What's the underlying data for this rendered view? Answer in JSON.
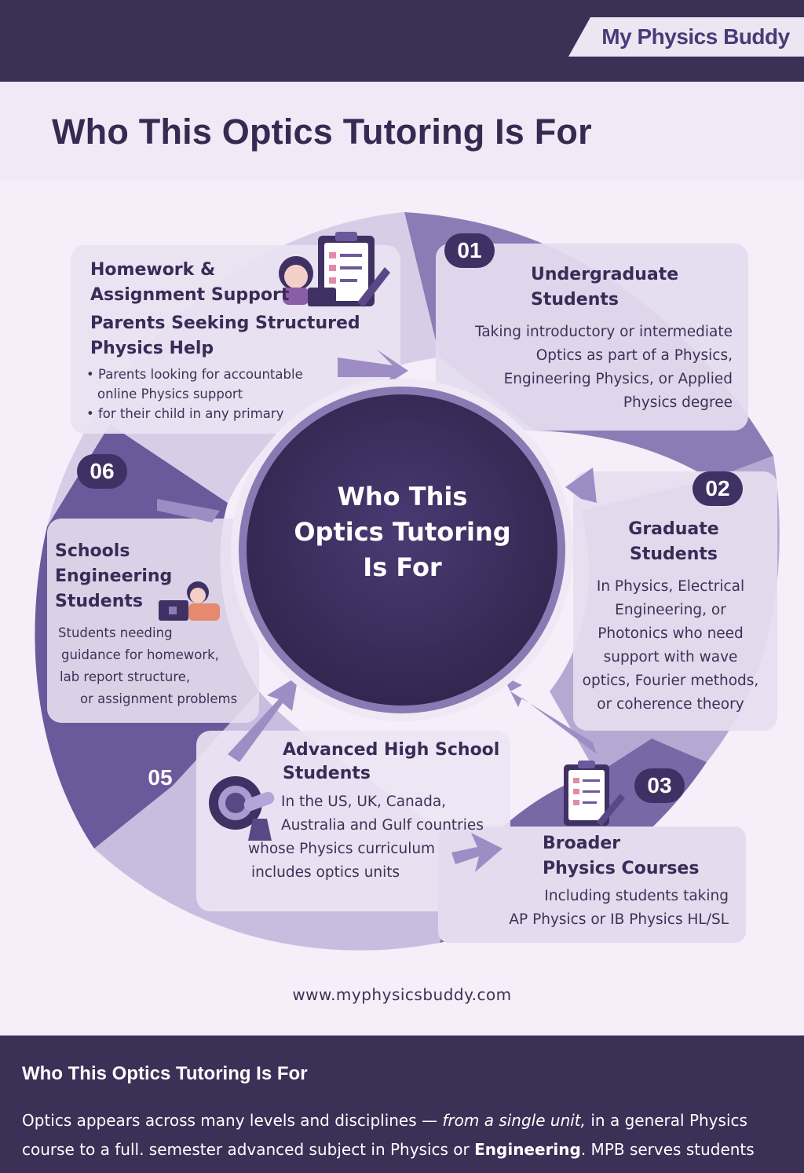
{
  "brand": "My Physics Buddy",
  "page_title": "Who This Optics Tutoring Is For",
  "center_title": [
    "Who This",
    "Optics Tutoring",
    "Is For"
  ],
  "segments": [
    {
      "number": "01",
      "heading": [
        "Undergraduate",
        "Students"
      ],
      "body": [
        "Taking introductory or intermediate",
        "Optics as part of a Physics,",
        "Engineering Physics, or Applied",
        "Physics degree"
      ]
    },
    {
      "number": "02",
      "heading": [
        "Graduate",
        "Students"
      ],
      "body": [
        "In Physics, Electrical",
        "Engineering, or",
        "Photonics who need",
        "support with wave",
        "optics, Fourier methods,",
        "or coherence theory"
      ]
    },
    {
      "number": "03",
      "heading": [
        "Broader",
        "Physics Courses"
      ],
      "body": [
        "Including students taking",
        "AP Physics or IB Physics HL/SL"
      ]
    },
    {
      "number": "05",
      "heading": [
        "Advanced High School",
        "Students"
      ],
      "body": [
        "In the US, UK, Canada,",
        "Australia and Gulf countries",
        "whose Physics curriculum",
        "includes optics units"
      ]
    },
    {
      "number": "06",
      "heading": [
        "Schools",
        "Engineering",
        "Students"
      ],
      "body": [
        "Students needing",
        "guidance for homework,",
        "lab report structure,",
        "or assignment problems"
      ]
    },
    {
      "number": "",
      "heading": [
        "Homework &",
        "Assignment Support",
        "Parents Seeking Structured",
        "Physics Help"
      ],
      "bullets": [
        "Parents looking for accountable",
        "online Physics support",
        "for their child in any primary"
      ]
    }
  ],
  "url": "www.myphysicsbuddy.com",
  "footer": {
    "title": "Who This Optics Tutoring Is For",
    "p1": "Optics appears across many levels and disciplines — ",
    "p1_italic": "from a single unit,",
    "p2": " in a general Physics course to a full. semester advanced subject in Physics or ",
    "p2_bold": "Engineering",
    "p3": ". MPB serves students"
  },
  "colors": {
    "dark": "#3b3056",
    "accent": "#3f3163",
    "segment_mid": "#7d6aa8",
    "segment_light": "#d9cfe8",
    "card": "#e4dbef",
    "background": "#f6eef8"
  }
}
